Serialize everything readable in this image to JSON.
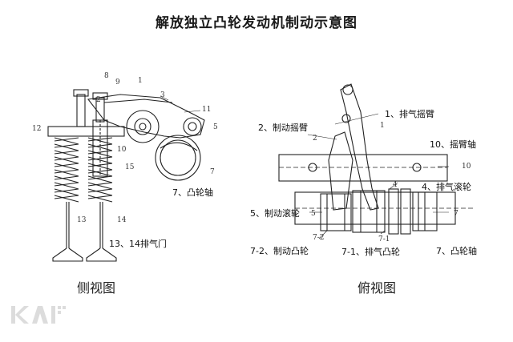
{
  "title": "解放独立凸轮发动机制动示意图",
  "side_view": {
    "caption": "侧视图",
    "numbers": {
      "n1": "1",
      "n2": "2",
      "n3": "3",
      "n5": "5",
      "n7": "7",
      "n8": "8",
      "n9": "9",
      "n10": "10",
      "n11": "11",
      "n12": "12",
      "n13": "13",
      "n14": "14",
      "n15": "15"
    },
    "labels": {
      "camshaft": "7、凸轮轴",
      "valves": "13、14排气门"
    }
  },
  "top_view": {
    "caption": "俯视图",
    "numbers": {
      "n1": "1",
      "n2": "2",
      "n4": "4",
      "n5": "5",
      "n7": "7",
      "n7_1": "7-1",
      "n7_2": "7-2",
      "n10": "10"
    },
    "labels": {
      "exhaust_rocker": "1、排气摇臂",
      "brake_rocker": "2、制动摇臂",
      "rocker_shaft": "10、摇臂轴",
      "brake_roller": "5、制动滚轮",
      "exhaust_roller": "4、排气滚轮",
      "brake_cam": "7-2、制动凸轮",
      "exhaust_cam": "7-1、排气凸轮",
      "camshaft": "7、凸轮轴"
    }
  },
  "logo": {
    "text": "KAI"
  }
}
